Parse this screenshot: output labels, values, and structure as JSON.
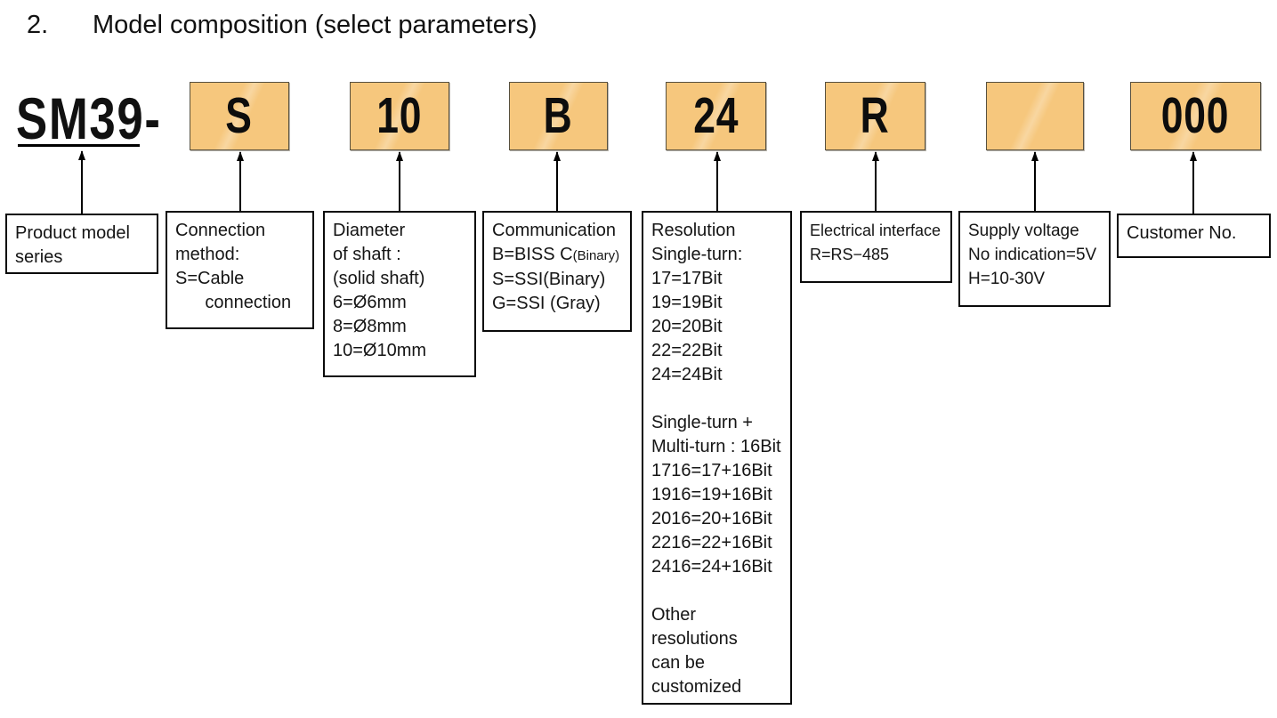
{
  "title": {
    "number": "2.",
    "text": "Model composition (select parameters)"
  },
  "colors": {
    "code_box_fill": "#F6C77D",
    "code_box_border": "#57503F",
    "diagram_line": "#000000"
  },
  "model": {
    "prefix": "SM39-",
    "codes": [
      "S",
      "10",
      "B",
      "24",
      "R",
      "",
      "000"
    ]
  },
  "parameters": [
    {
      "lines": [
        "Product model",
        "series"
      ]
    },
    {
      "lines": [
        "Connection",
        "method:",
        "S=Cable",
        "      connection"
      ]
    },
    {
      "lines": [
        "Diameter",
        "of shaft :",
        "(solid shaft)",
        "6=Ø6mm",
        "8=Ø8mm",
        "10=Ø10mm"
      ]
    },
    {
      "lines": [
        "Communication",
        {
          "parts": [
            {
              "text": "B=BISS C"
            },
            {
              "text": "(Binary)",
              "small": true
            }
          ]
        },
        "S=SSI(Binary)",
        "G=SSI (Gray)"
      ]
    },
    {
      "lines": [
        "Resolution",
        "Single-turn:",
        "17=17Bit",
        "19=19Bit",
        "20=20Bit",
        "22=22Bit",
        "24=24Bit",
        "",
        "Single-turn +",
        "Multi-turn : 16Bit",
        "1716=17+16Bit",
        "1916=19+16Bit",
        "2016=20+16Bit",
        "2216=22+16Bit",
        "2416=24+16Bit",
        "",
        "Other",
        "resolutions",
        "can be",
        "customized"
      ]
    },
    {
      "lines": [
        "Electrical interface",
        "R=RS−485"
      ]
    },
    {
      "lines": [
        "Supply voltage",
        "No indication=5V",
        "H=10-30V"
      ]
    },
    {
      "lines": [
        "Customer No."
      ]
    }
  ]
}
